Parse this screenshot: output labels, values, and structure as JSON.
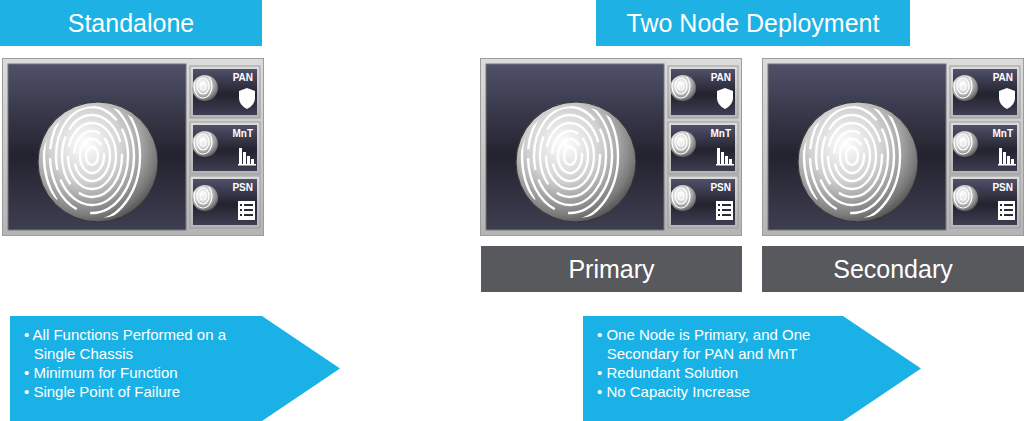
{
  "diagram": {
    "nodes": [
      {
        "text": [
          "Standalone"
        ]
      },
      {
        "text": [
          "Two Node Deployment"
        ]
      },
      {
        "text": [
          "PAN"
        ]
      },
      {
        "text": [
          "MnT"
        ]
      },
      {
        "text": [
          "PSN"
        ]
      },
      {
        "text": [
          "PAN"
        ]
      },
      {
        "text": [
          "MnT"
        ]
      },
      {
        "text": [
          "PSN"
        ]
      },
      {
        "text": [
          "PAN"
        ]
      },
      {
        "text": [
          "MnT"
        ]
      },
      {
        "text": [
          "PSN"
        ]
      },
      {
        "text": [
          "Primary"
        ]
      },
      {
        "text": [
          "Secondary"
        ]
      },
      {
        "text": [
          "• All Functions Performed on a Single Chassis",
          "• Minimum for Function",
          "• Single Point of Failure"
        ]
      },
      {
        "text": [
          "• One Node is Primary, and One Secondary for PAN and MnT",
          "• Redundant Solution",
          "• No Capacity Increase"
        ]
      }
    ]
  }
}
